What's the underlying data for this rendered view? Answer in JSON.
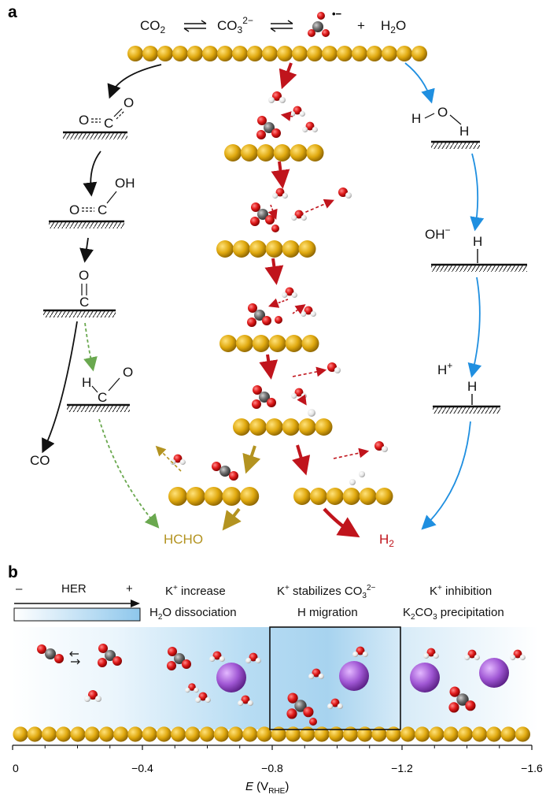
{
  "panel_a": {
    "label": "a",
    "top_equation": {
      "co2": "CO",
      "co2_sub": "2",
      "co3": "CO",
      "co3_sub": "3",
      "co3_sup": "2−",
      "plus": "+",
      "water": "H",
      "water_sub": "2",
      "water_o": "O",
      "radical": "•−"
    },
    "left_path": {
      "co2_ads_o1": "O",
      "co2_ads_c": "C",
      "co2_ads_o2": "O",
      "cooh_o": "O",
      "cooh_c": "C",
      "cooh_oh": "OH",
      "co_o": "O",
      "co_c": "C",
      "cho_h": "H",
      "cho_c": "C",
      "cho_o": "O",
      "co_product": "CO"
    },
    "right_path": {
      "h2o_h1": "H",
      "h2o_o": "O",
      "h2o_h2": "H",
      "oh_minus": "OH",
      "oh_sup": "−",
      "h_ads1": "H",
      "h_plus": "H",
      "h_plus_sup": "+",
      "h_ads2": "H"
    },
    "products": {
      "hcho": "HCHO",
      "h2": "H",
      "h2_sub": "2"
    },
    "colors": {
      "red_arrow": "#c0141c",
      "blue_arrow": "#1f8fe0",
      "green_arrow": "#6aa84f",
      "olive_arrow": "#b39320",
      "hcho_text": "#b39320",
      "h2_text": "#c0141c"
    }
  },
  "panel_b": {
    "label": "b",
    "her": {
      "minus": "–",
      "label": "HER",
      "plus": "+"
    },
    "region1": {
      "line1": "K",
      "line1_sup": "+",
      "line1_rest": " increase",
      "line2_a": "H",
      "line2_sub": "2",
      "line2_b": "O dissociation"
    },
    "region2": {
      "line1": "K",
      "line1_sup": "+",
      "line1_rest": " stabilizes CO",
      "line1_sub": "3",
      "line1_sup2": "2−",
      "line2": "H migration"
    },
    "region3": {
      "line1": "K",
      "line1_sup": "+",
      "line1_rest": " inhibition",
      "line2_a": "K",
      "line2_sub": "2",
      "line2_b": "CO",
      "line2_sub2": "3",
      "line2_c": " precipitation"
    },
    "axis": {
      "ticks": [
        "0",
        "−0.4",
        "−0.8",
        "−1.2",
        "−1.6"
      ],
      "label_e": "E",
      "label_open": " (V",
      "label_sub": "RHE",
      "label_close": ")"
    },
    "colors": {
      "gradient": "#a9d4ef",
      "potassium": "#9b4fc8"
    }
  }
}
